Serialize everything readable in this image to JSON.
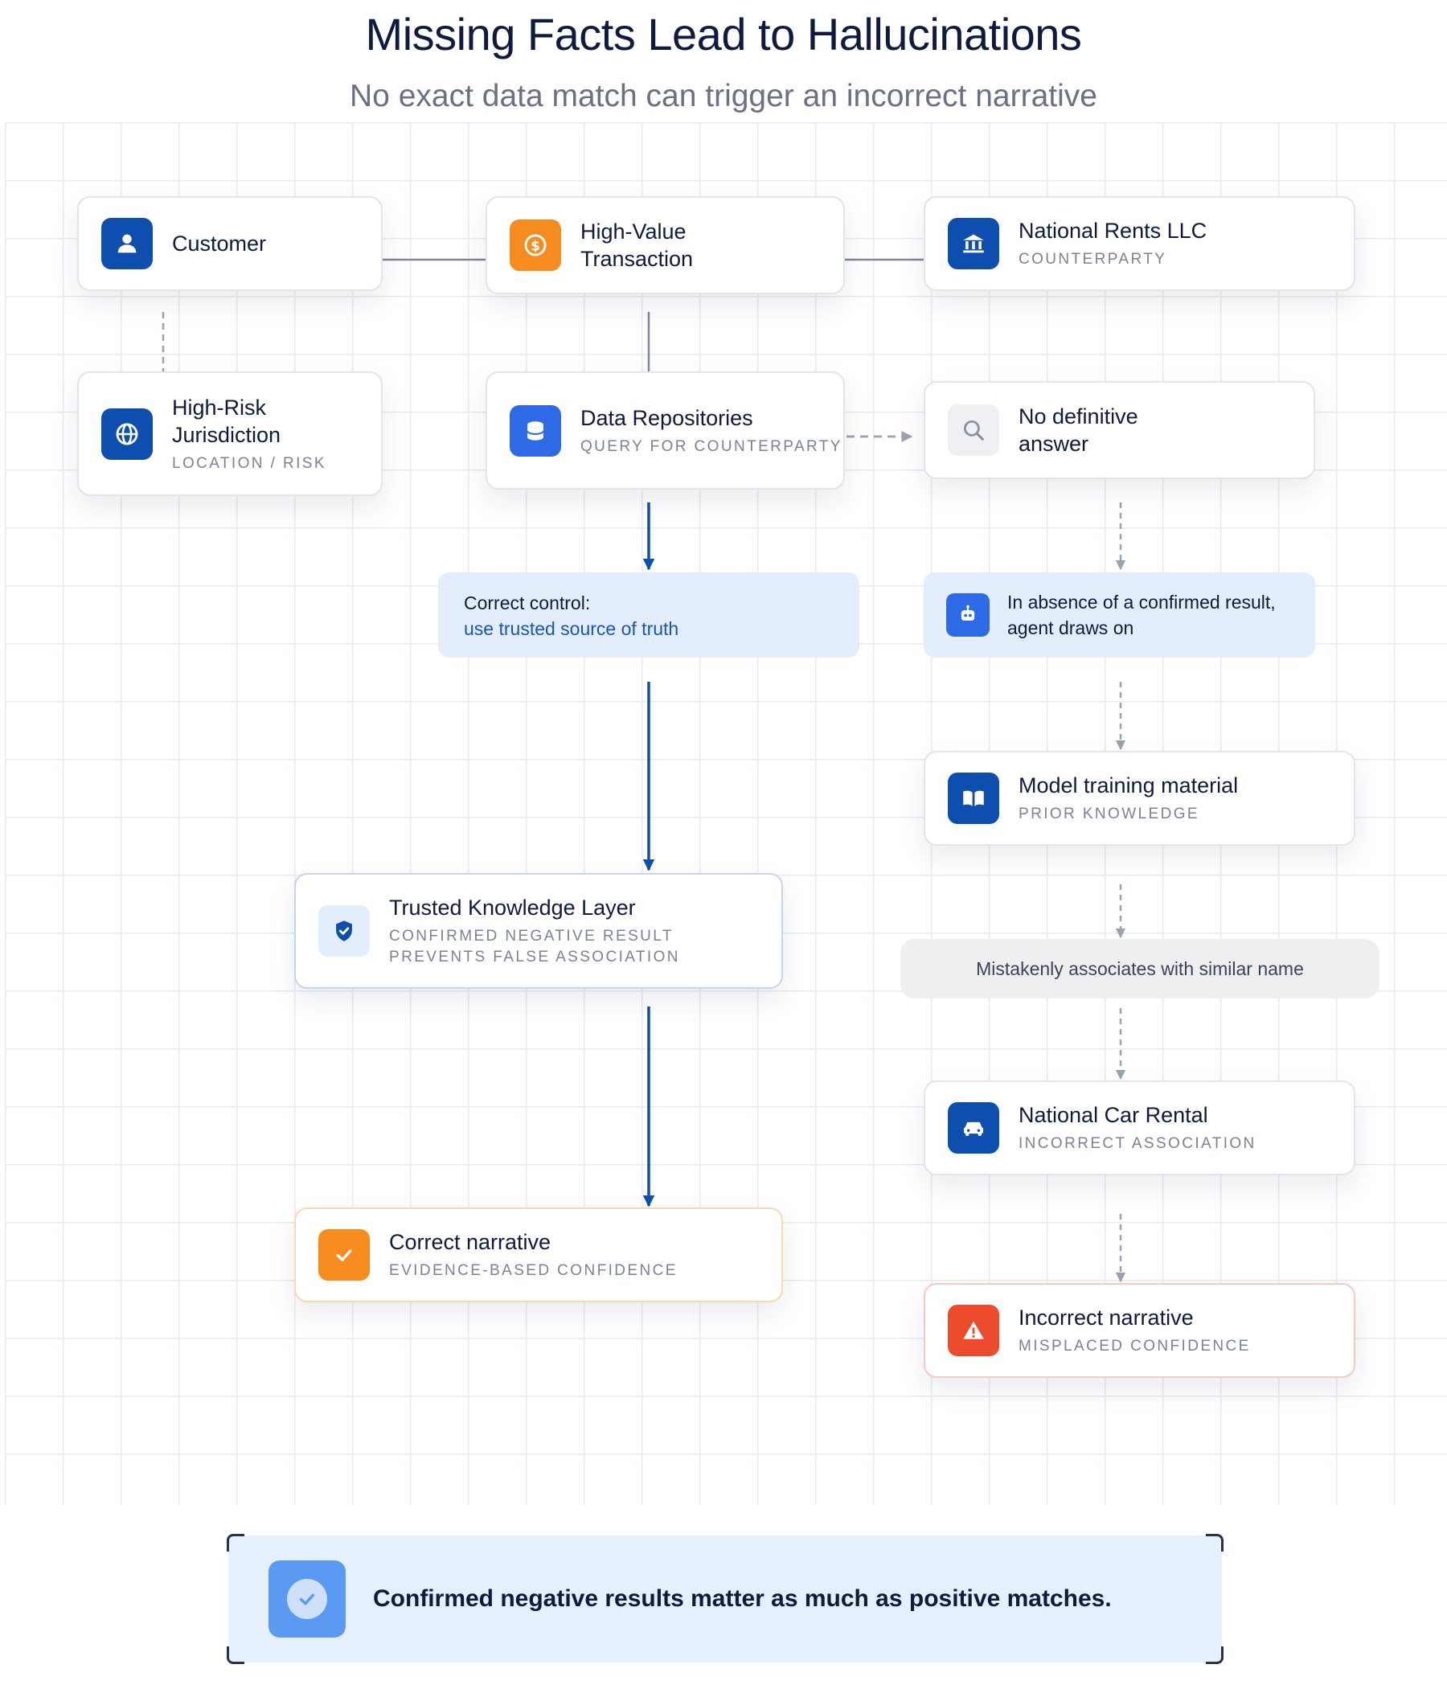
{
  "header": {
    "title": "Missing Facts Lead to Hallucinations",
    "subtitle": "No exact data match can trigger an incorrect narrative"
  },
  "nodes": {
    "customer": {
      "title": "Customer",
      "icon": "user-icon"
    },
    "transaction": {
      "title": "High-Value Transaction",
      "icon": "dollar-coin-icon"
    },
    "counterparty": {
      "title": "National Rents LLC",
      "sub": "COUNTERPARTY",
      "icon": "bank-icon"
    },
    "jurisdiction": {
      "title": "High-Risk Jurisdiction",
      "sub": "LOCATION / RISK",
      "icon": "globe-icon"
    },
    "repositories": {
      "title": "Data Repositories",
      "sub": "QUERY FOR COUNTERPARTY",
      "icon": "database-icon"
    },
    "no_answer": {
      "title": "No definitive answer",
      "icon": "search-icon"
    },
    "correct_control": {
      "line1": "Correct control:",
      "line2": "use trusted source of truth"
    },
    "absence": {
      "text": "In absence of a confirmed result, agent draws on",
      "icon": "robot-icon"
    },
    "training": {
      "title": "Model training material",
      "sub": "PRIOR KNOWLEDGE",
      "icon": "book-icon"
    },
    "trusted_layer": {
      "title": "Trusted Knowledge Layer",
      "sub1": "CONFIRMED NEGATIVE RESULT",
      "sub2": "PREVENTS FALSE ASSOCIATION",
      "icon": "shield-check-icon"
    },
    "mistaken": {
      "text": "Mistakenly associates with similar name"
    },
    "car_rental": {
      "title": "National Car Rental",
      "sub": "INCORRECT ASSOCIATION",
      "icon": "car-icon"
    },
    "correct_narrative": {
      "title": "Correct narrative",
      "sub": "EVIDENCE-BASED CONFIDENCE",
      "icon": "check-icon"
    },
    "incorrect_narrative": {
      "title": "Incorrect narrative",
      "sub": "MISPLACED CONFIDENCE",
      "icon": "warning-icon"
    }
  },
  "callout": {
    "text": "Confirmed negative results matter as much as positive matches.",
    "icon": "check-circle-icon"
  },
  "colors": {
    "brand_blue": "#0d4eae",
    "bright_blue": "#2f6ae6",
    "orange": "#f68c1f",
    "red": "#ec4b2d",
    "connector_gray": "#9aa1b3",
    "note_bg": "#e4edfb"
  }
}
